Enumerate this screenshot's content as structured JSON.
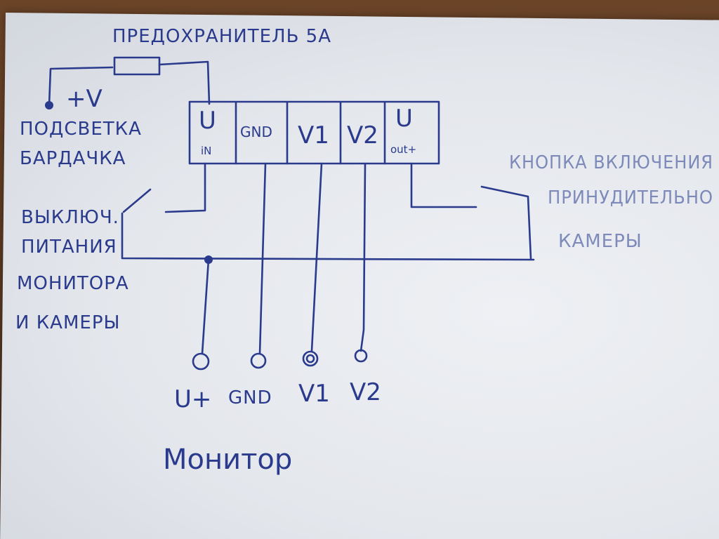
{
  "labels": {
    "fuse": "ПРЕДОХРАНИТЕЛЬ 5А",
    "plus_v": "+V",
    "glovebox_line1": "ПОДСВЕТКА",
    "glovebox_line2": "БАРДАЧКА",
    "switch_line1": "ВЫКЛЮЧ.",
    "switch_line2": "ПИТАНИЯ",
    "switch_line3": "МОНИТОРА",
    "switch_line4": "И КАМЕРЫ",
    "button_line1": "КНОПКА ВКЛЮЧЕНИЯ",
    "button_line2": "ПРИНУДИТЕЛЬНО",
    "button_line3": "КАМЕРЫ",
    "monitor": "Монитор"
  },
  "terminal_block": [
    {
      "main": "U",
      "sub": "iN"
    },
    {
      "main": "GND",
      "sub": ""
    },
    {
      "main": "V1",
      "sub": ""
    },
    {
      "main": "V2",
      "sub": ""
    },
    {
      "main": "U",
      "sub": "out+"
    }
  ],
  "monitor_pins": [
    "U+",
    "GND",
    "V1",
    "V2"
  ],
  "colors": {
    "ink": "#2a3a8c",
    "paper": "#e6e9ee",
    "table": "#5a3a24"
  }
}
